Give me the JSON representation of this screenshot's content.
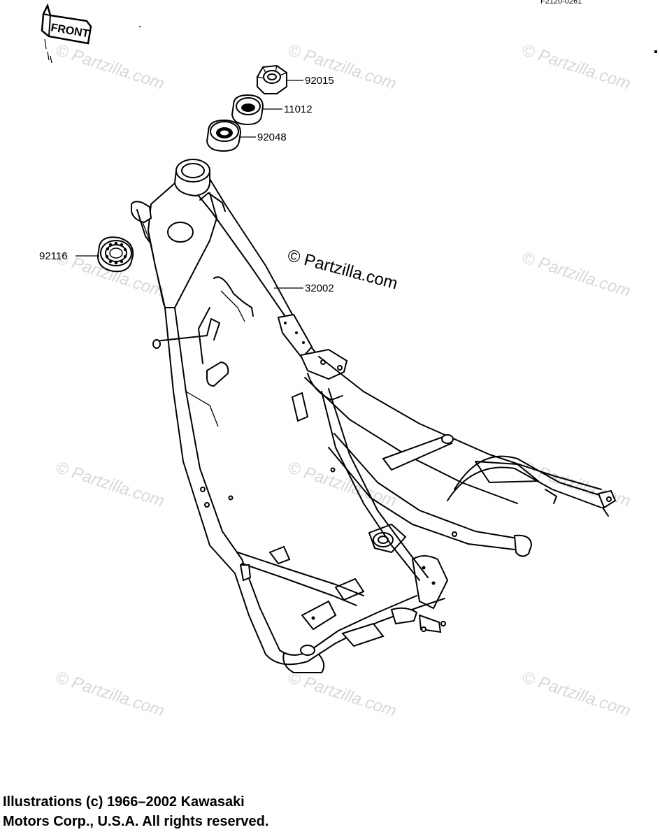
{
  "ref_code": "F2120-0261",
  "front_label": "FRONT",
  "watermark": "© Partzilla.com",
  "parts": [
    {
      "number": "92015"
    },
    {
      "number": "11012"
    },
    {
      "number": "92048"
    },
    {
      "number": "92116"
    },
    {
      "number": "32002"
    }
  ],
  "copyright_line1": "Illustrations (c) 1966–2002 Kawasaki",
  "copyright_line2": "Motors Corp., U.S.A.  All rights reserved."
}
